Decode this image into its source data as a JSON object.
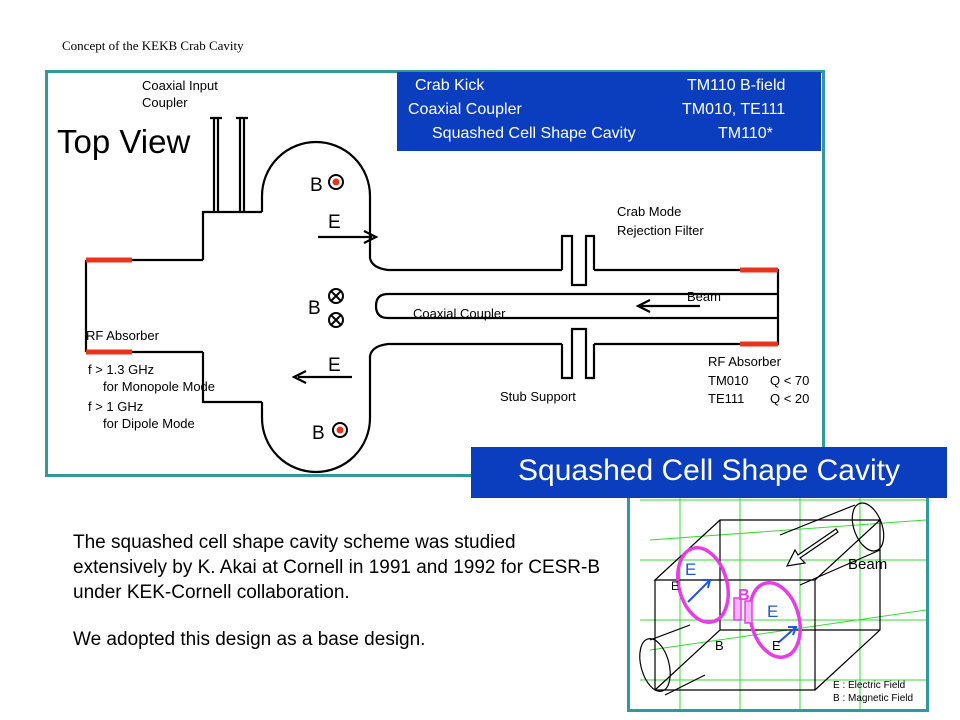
{
  "slide": {
    "header": "Concept of the KEKB Crab Cavity"
  },
  "info_box": {
    "rows": [
      {
        "left": "Crab Kick",
        "right": "TM110 B-field"
      },
      {
        "left": "Coaxial Coupler",
        "right": "TM010, TE111"
      },
      {
        "left": "Squashed Cell Shape Cavity",
        "right": "TM110*"
      }
    ]
  },
  "diagram": {
    "view_label": "Top View",
    "labels": {
      "coaxial_input_coupler_1": "Coaxial Input",
      "coaxial_input_coupler_2": "Coupler",
      "crab_mode_filter_1": "Crab Mode",
      "crab_mode_filter_2": "Rejection Filter",
      "coaxial_coupler": "Coaxial Coupler",
      "beam": "Beam",
      "rf_absorber_left": "RF Absorber",
      "rf_absorber_right": "RF Absorber",
      "stub_support": "Stub Support",
      "b": "B",
      "e": "E",
      "freq_1": "f > 1.3 GHz",
      "freq_2": "for Monopole Mode",
      "freq_3": "f >  1  GHz",
      "freq_4": "for Dipole Mode",
      "q_tm010_mode": "TM010",
      "q_tm010_value": "Q < 70",
      "q_te111_mode": "TE111",
      "q_te111_value": "Q < 20"
    }
  },
  "figure": {
    "title": "Squashed Cell Shape Cavity",
    "labels": {
      "beam": "Beam",
      "e": "E",
      "b": "B",
      "e_small": "E",
      "b_small": "B",
      "legend_e": "E : Electric Field",
      "legend_b": "B : Magnetic Field"
    }
  },
  "description": {
    "paragraph_1": "The squashed cell shape cavity scheme was studied extensively by K. Akai at Cornell in 1991 and 1992 for CESR-B under KEK-Cornell collaboration.",
    "paragraph_2": "We adopted this design as a base design."
  },
  "colors": {
    "frame": "#2e9a9a",
    "title_bar": "#0b3ebf",
    "absorber": "#e8341c",
    "field_loop": "#e83ce8",
    "vector": "#2255dd",
    "grid": "#33dd33"
  }
}
